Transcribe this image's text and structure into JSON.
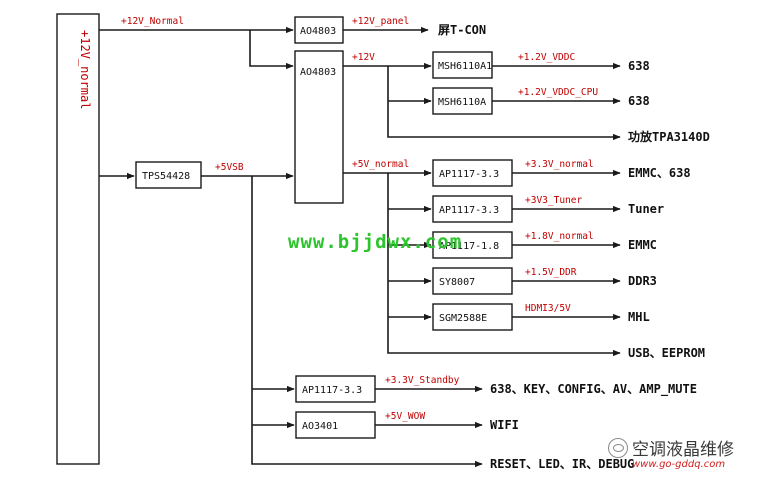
{
  "main_rail": "+12V_normal",
  "boxes": {
    "tps": "TPS54428",
    "ao4803_panel": "AO4803",
    "ao4803_main": "AO4803",
    "msh_a1": "MSH6110A1",
    "msh_a": "MSH6110A",
    "ap1117_33": "AP1117-3.3",
    "ap1117_33_tuner": "AP1117-3.3",
    "ap1117_18": "AP1117-1.8",
    "sy8007": "SY8007",
    "sgm2588e": "SGM2588E",
    "ap1117_33_standby": "AP1117-3.3",
    "ao3401": "AO3401"
  },
  "rails": {
    "v12_normal": "+12V_Normal",
    "v12_panel": "+12V_panel",
    "v12": "+12V",
    "v12_vddc": "+1.2V_VDDC",
    "v12_vddc_cpu": "+1.2V_VDDC_CPU",
    "v5vsb": "+5VSB",
    "v5_normal": "+5V_normal",
    "v33_normal": "+3.3V_normal",
    "v33_tuner": "+3V3_Tuner",
    "v18_normal": "+1.8V_normal",
    "v15_ddr": "+1.5V_DDR",
    "hdmi": "HDMI3/5V",
    "v33_standby": "+3.3V_Standby",
    "v5_wow": "+5V_WOW"
  },
  "destinations": {
    "tcon": "屏T-CON",
    "cpu_638_a": "638",
    "cpu_638_b": "638",
    "amp": "功放TPA3140D",
    "emmc_638": "EMMC、638",
    "tuner": "Tuner",
    "emmc": "EMMC",
    "ddr3": "DDR3",
    "mhl": "MHL",
    "usb": "USB、EEPROM",
    "standby": "638、KEY、CONFIG、AV、AMP_MUTE",
    "wifi": "WIFI",
    "reset": "RESET、LED、IR、DEBUG"
  },
  "watermark": "www.bjjdwx.com",
  "brand": {
    "name": "空调液晶维修",
    "url": "www.go-gddq.com"
  },
  "colors": {
    "label_red": "#c00000",
    "watermark_green": "#2ec42e",
    "line": "#1a1a1a"
  }
}
